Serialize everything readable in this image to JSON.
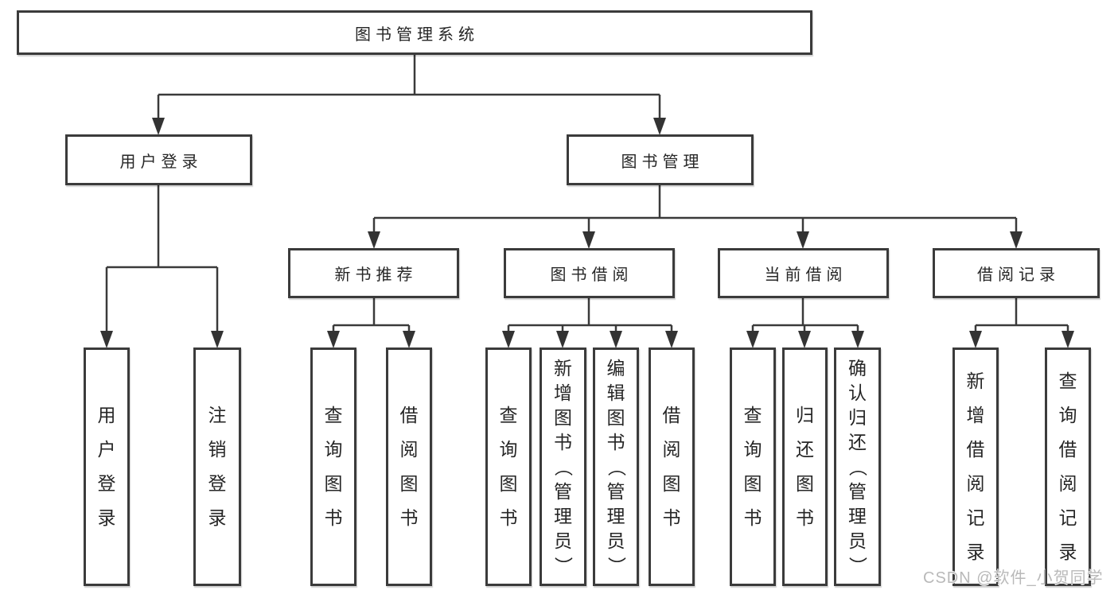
{
  "root": {
    "label": "图书管理系统"
  },
  "branches": [
    {
      "label": "用户登录",
      "children": [
        "用户登录",
        "注销登录"
      ]
    },
    {
      "label": "图书管理",
      "sections": [
        {
          "label": "新书推荐",
          "children": [
            "查询图书",
            "借阅图书"
          ]
        },
        {
          "label": "图书借阅",
          "children": [
            "查询图书",
            "新增图书（管理员）",
            "编辑图书（管理员）",
            "借阅图书"
          ]
        },
        {
          "label": "当前借阅",
          "children": [
            "查询图书",
            "归还图书",
            "确认归还（管理员）"
          ]
        },
        {
          "label": "借阅记录",
          "children": [
            "新增借阅记录",
            "查询借阅记录"
          ]
        }
      ]
    }
  ],
  "watermark": "CSDN @软件_小贺同学",
  "colors": {
    "line": "#3a3a3a",
    "box_border": "#3b3b3b",
    "text": "#262626",
    "watermark": "#b9b9b9",
    "background": "#ffffff"
  }
}
